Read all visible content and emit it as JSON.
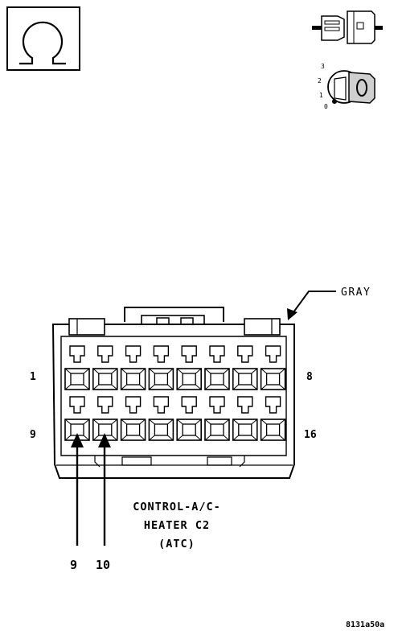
{
  "legend": {
    "ohm_symbol": "Ω",
    "connector_icon": "connector-icon",
    "ignition_key_icon": "ignition-key-icon",
    "key_positions": [
      "3",
      "2",
      "1",
      "0"
    ]
  },
  "connector": {
    "color_label": "GRAY",
    "pin_labels": {
      "top_left": "1",
      "top_right": "8",
      "bottom_left": "9",
      "bottom_right": "16"
    },
    "rows": 2,
    "cavities_per_row": 8,
    "title_lines": [
      "CONTROL-A/C-",
      "HEATER C2",
      "(ATC)"
    ]
  },
  "callouts": [
    "9",
    "10"
  ],
  "figure_id": "8131a50a"
}
